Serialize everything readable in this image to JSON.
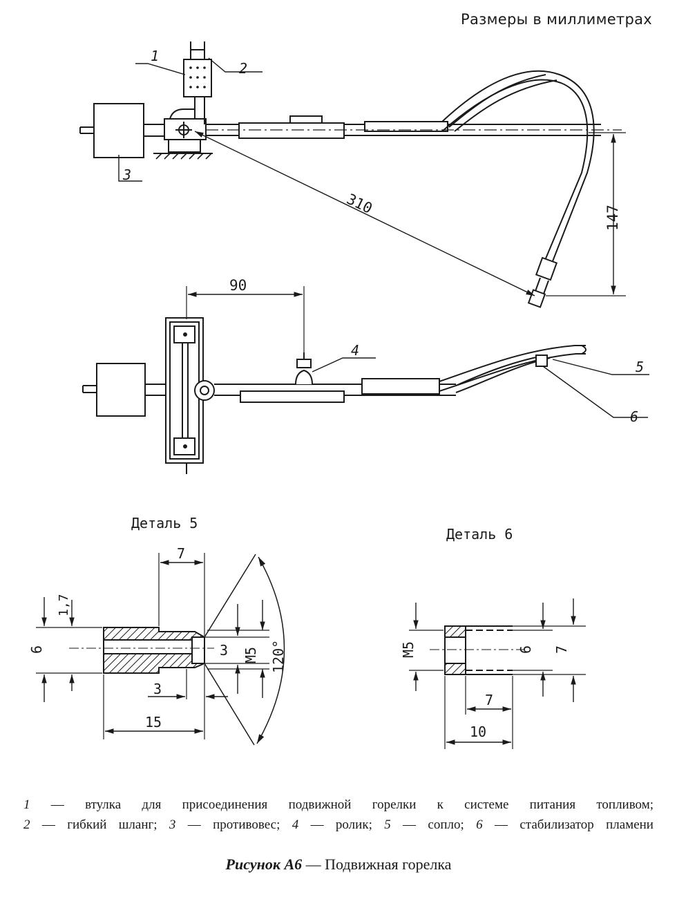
{
  "units_note": "Размеры в миллиметрах",
  "side_view": {
    "labels": [
      "1",
      "2",
      "3"
    ],
    "dim_radius": "310",
    "dim_height": "147"
  },
  "top_view": {
    "labels": [
      "4",
      "5",
      "6"
    ],
    "dim_offset": "90"
  },
  "detail5": {
    "title": "Деталь 5",
    "dims": [
      "7",
      "1,7",
      "6",
      "3",
      "M5",
      "120°",
      "3",
      "15"
    ]
  },
  "detail6": {
    "title": "Деталь 6",
    "dims": [
      "M5",
      "6",
      "7",
      "7",
      "10"
    ]
  },
  "legend": {
    "line1": [
      {
        "num": "1",
        "text": " — втулка для присоединения подвижной горелки к системе питания топливом;"
      }
    ],
    "line2": [
      {
        "num": "2",
        "text": " — гибкий шланг; "
      },
      {
        "num": "3",
        "text": " — противовес; "
      },
      {
        "num": "4",
        "text": " — ролик; "
      },
      {
        "num": "5",
        "text": " — сопло; "
      },
      {
        "num": "6",
        "text": " — стабилизатор пламени"
      }
    ]
  },
  "caption": {
    "prefix": "Рисунок А6",
    "text": " — Подвижная горелка"
  }
}
